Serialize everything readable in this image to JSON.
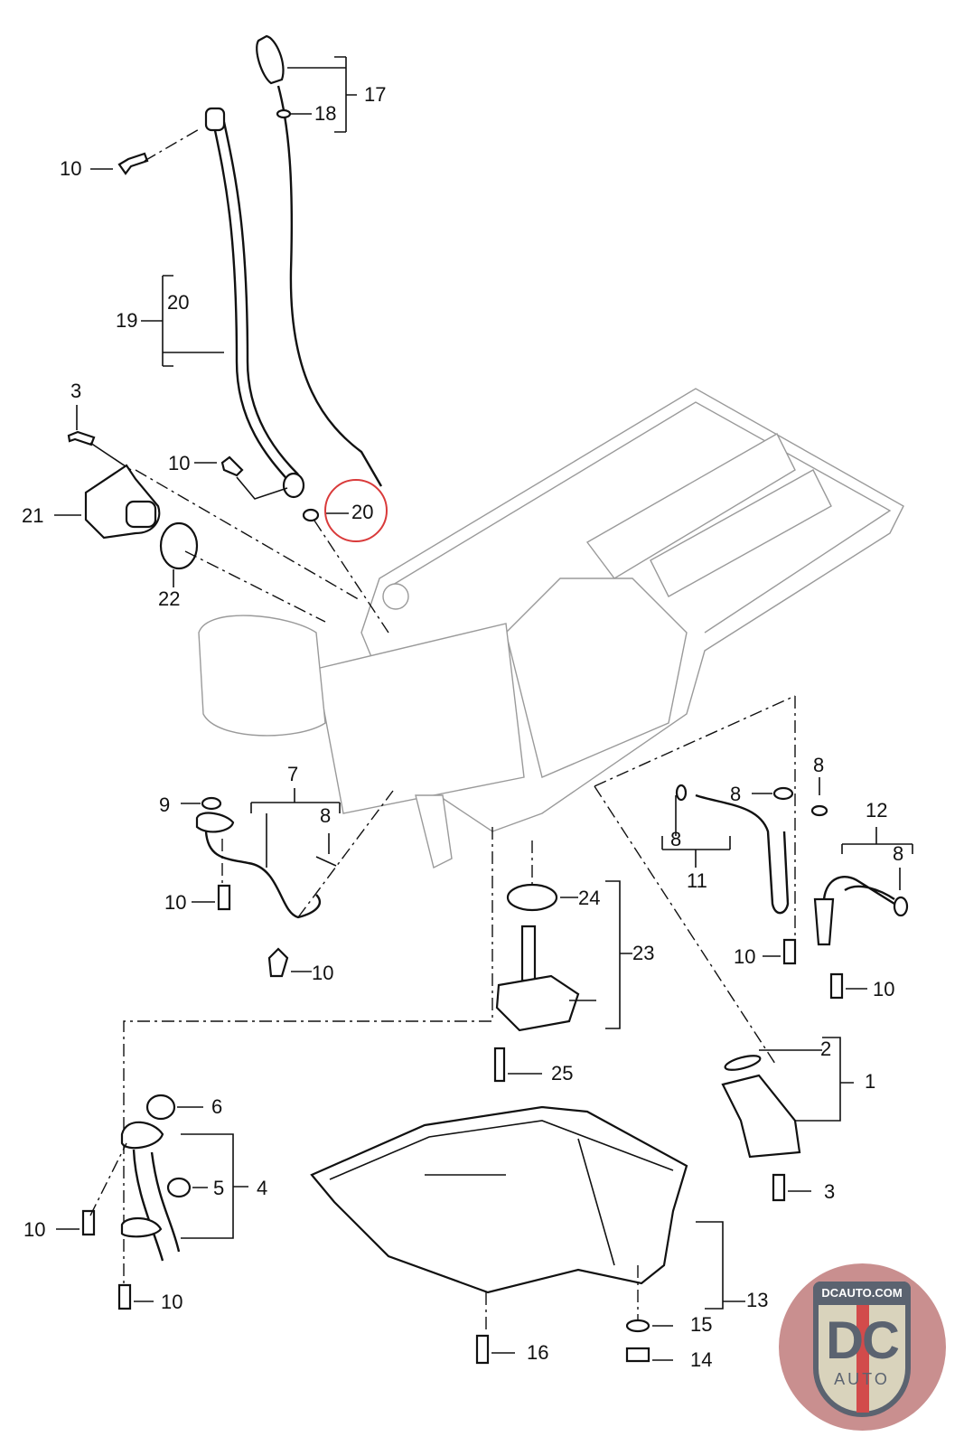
{
  "diagram": {
    "title": "Engine oil pan, dipstick, oil level sensor and oil lines — exploded parts diagram",
    "highlight_color": "#d93a3a",
    "highlighted_callout": "20",
    "callouts": [
      {
        "id": "c17",
        "text": "17"
      },
      {
        "id": "c18",
        "text": "18"
      },
      {
        "id": "c10a",
        "text": "10"
      },
      {
        "id": "c19",
        "text": "19"
      },
      {
        "id": "c20a",
        "text": "20"
      },
      {
        "id": "c3a",
        "text": "3"
      },
      {
        "id": "c10b",
        "text": "10"
      },
      {
        "id": "c20b",
        "text": "20"
      },
      {
        "id": "c21",
        "text": "21"
      },
      {
        "id": "c22",
        "text": "22"
      },
      {
        "id": "c7",
        "text": "7"
      },
      {
        "id": "c9",
        "text": "9"
      },
      {
        "id": "c8a",
        "text": "8"
      },
      {
        "id": "c10c",
        "text": "10"
      },
      {
        "id": "c10d",
        "text": "10"
      },
      {
        "id": "c8b",
        "text": "8"
      },
      {
        "id": "c8c",
        "text": "8"
      },
      {
        "id": "c8d",
        "text": "8"
      },
      {
        "id": "c8e",
        "text": "8"
      },
      {
        "id": "c11",
        "text": "11"
      },
      {
        "id": "c12",
        "text": "12"
      },
      {
        "id": "c10e",
        "text": "10"
      },
      {
        "id": "c10f",
        "text": "10"
      },
      {
        "id": "c24",
        "text": "24"
      },
      {
        "id": "c23",
        "text": "23"
      },
      {
        "id": "c25",
        "text": "25"
      },
      {
        "id": "c2",
        "text": "2"
      },
      {
        "id": "c1",
        "text": "1"
      },
      {
        "id": "c6",
        "text": "6"
      },
      {
        "id": "c5",
        "text": "5"
      },
      {
        "id": "c4",
        "text": "4"
      },
      {
        "id": "c3b",
        "text": "3"
      },
      {
        "id": "c10g",
        "text": "10"
      },
      {
        "id": "c10h",
        "text": "10"
      },
      {
        "id": "c13",
        "text": "13"
      },
      {
        "id": "c15",
        "text": "15"
      },
      {
        "id": "c14",
        "text": "14"
      },
      {
        "id": "c16",
        "text": "16"
      }
    ]
  },
  "logo": {
    "top_text": "DCAUTO.COM",
    "main_text": "DC",
    "sub_text": "AUTO",
    "colors": {
      "ring": "#c98f8f",
      "shield": "#d9d3bc",
      "dark": "#5b6370",
      "red": "#d24b4b"
    }
  }
}
